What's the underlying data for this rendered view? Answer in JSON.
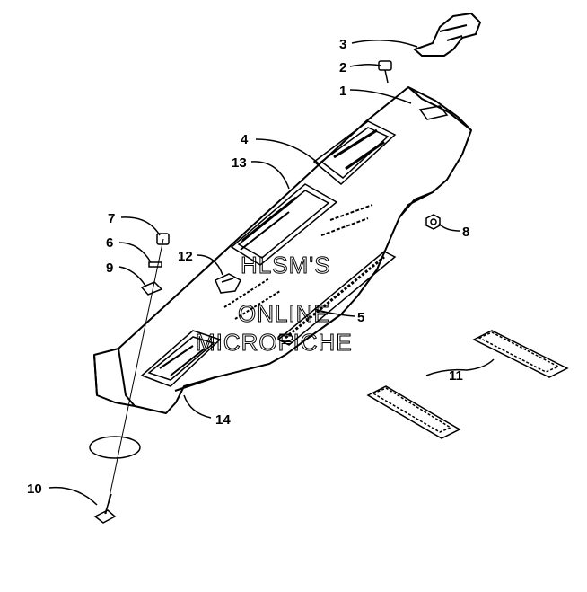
{
  "diagram": {
    "parts": [
      {
        "num": "1"
      },
      {
        "num": "2"
      },
      {
        "num": "3"
      },
      {
        "num": "4"
      },
      {
        "num": "5"
      },
      {
        "num": "6"
      },
      {
        "num": "7"
      },
      {
        "num": "8"
      },
      {
        "num": "9"
      },
      {
        "num": "10"
      },
      {
        "num": "11"
      },
      {
        "num": "12"
      },
      {
        "num": "13"
      },
      {
        "num": "14"
      }
    ],
    "watermark": [
      "HLSM'S",
      "ONLINE",
      "MICROFICHE"
    ]
  }
}
